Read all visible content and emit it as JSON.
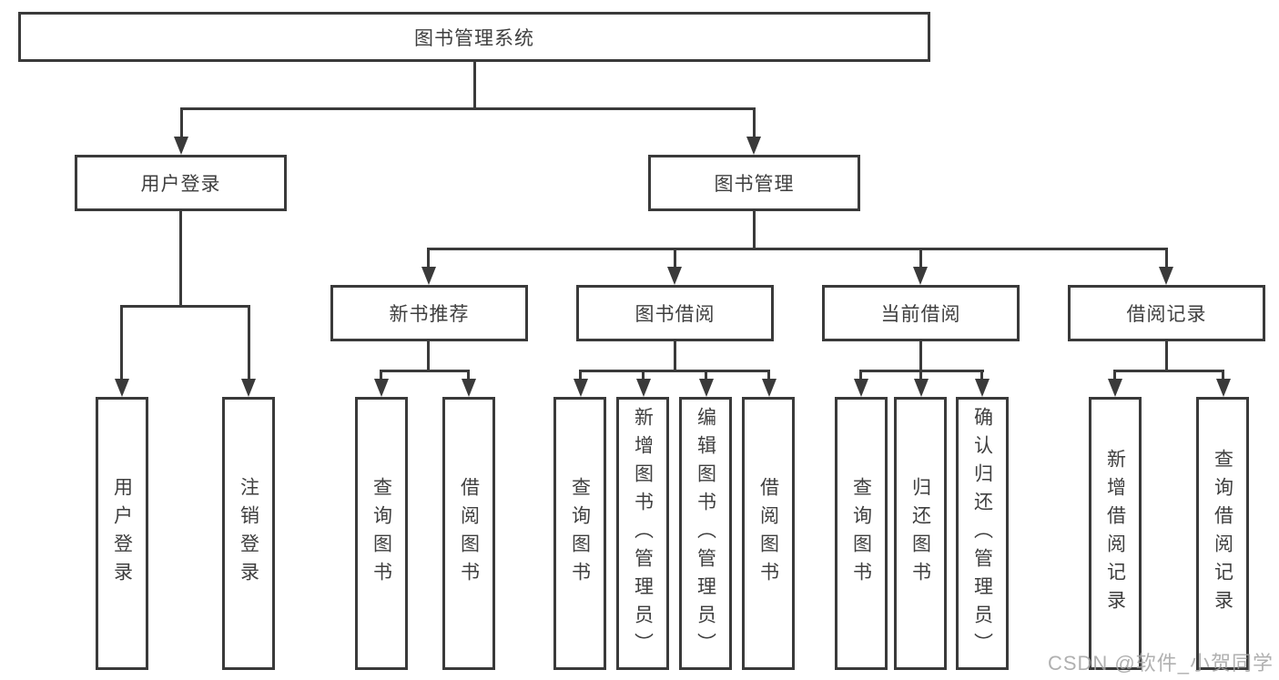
{
  "diagram": {
    "root": {
      "label": "图书管理系统"
    },
    "branches": [
      {
        "label": "用户登录",
        "children": [
          {
            "label": "用户登录"
          },
          {
            "label": "注销登录"
          }
        ]
      },
      {
        "label": "图书管理",
        "children": [
          {
            "label": "新书推荐",
            "children": [
              {
                "label": "查询图书"
              },
              {
                "label": "借阅图书"
              }
            ]
          },
          {
            "label": "图书借阅",
            "children": [
              {
                "label": "查询图书"
              },
              {
                "label": "新增图书（管理员）"
              },
              {
                "label": "编辑图书（管理员）"
              },
              {
                "label": "借阅图书"
              }
            ]
          },
          {
            "label": "当前借阅",
            "children": [
              {
                "label": "查询图书"
              },
              {
                "label": "归还图书"
              },
              {
                "label": "确认归还（管理员）"
              }
            ]
          },
          {
            "label": "借阅记录",
            "children": [
              {
                "label": "新增借阅记录"
              },
              {
                "label": "查询借阅记录"
              }
            ]
          }
        ]
      }
    ]
  },
  "watermark": {
    "text": "CSDN @软件_小贺同学"
  },
  "colors": {
    "line": "#3a3a3a",
    "text": "#3f3f3f",
    "watermark": "#a3a3a3",
    "background": "#ffffff"
  }
}
